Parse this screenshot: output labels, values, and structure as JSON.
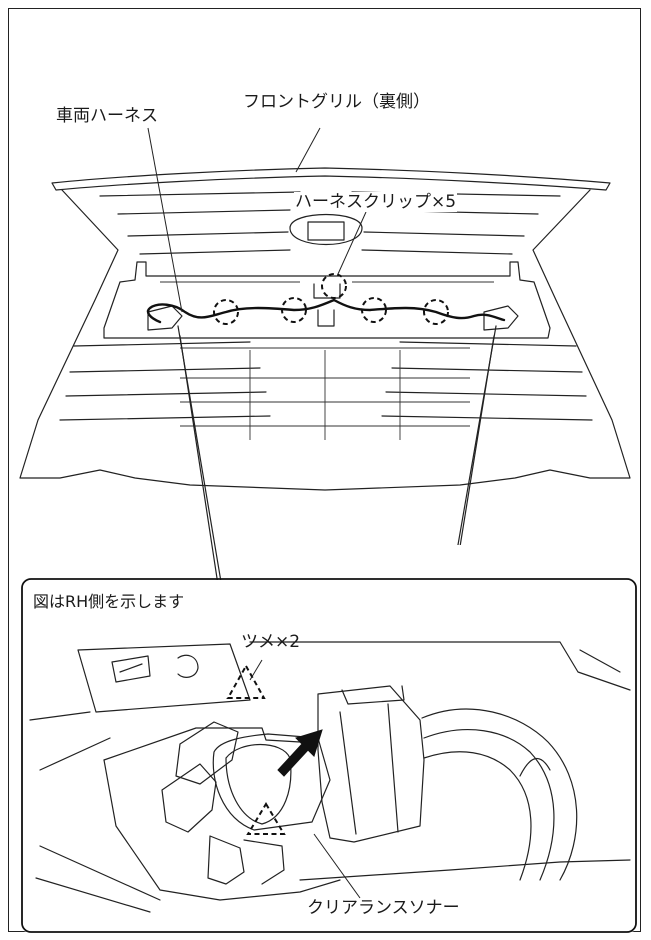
{
  "labels": {
    "vehicle_harness": "車両ハーネス",
    "front_grille_back": "フロントグリル（裏側）",
    "harness_clips": "ハーネスクリップ×5",
    "rh_side_note": "図はRH側を示します",
    "claws": "ツメ×2",
    "clearance_sonar": "クリアランスソナー"
  }
}
